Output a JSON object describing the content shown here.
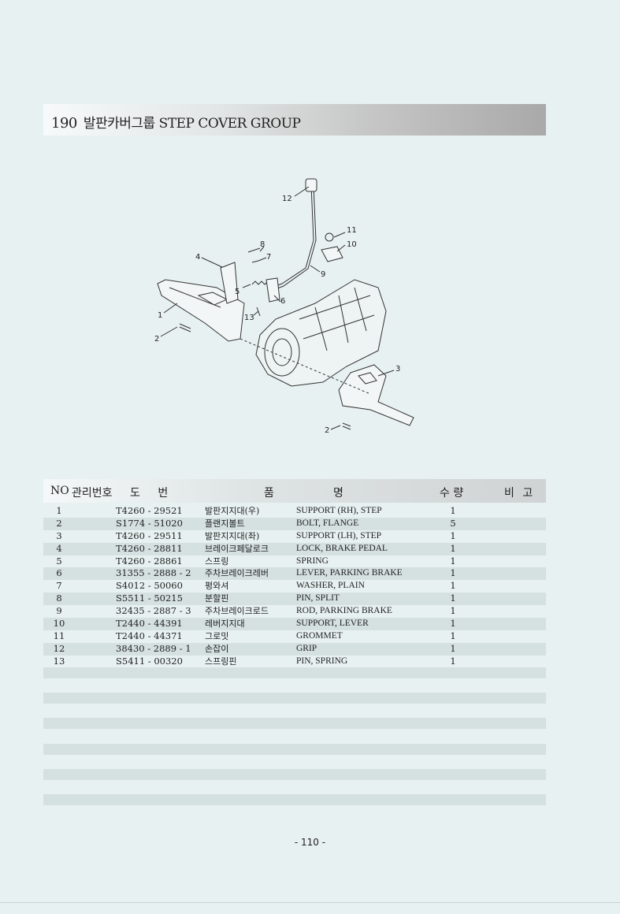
{
  "title": {
    "number": "190",
    "text": "발판카버그룹 STEP COVER GROUP"
  },
  "diagram": {
    "callouts": [
      "12",
      "8",
      "11",
      "4",
      "7",
      "10",
      "9",
      "5",
      "6",
      "13",
      "1",
      "2",
      "3",
      "2"
    ]
  },
  "table": {
    "headers": {
      "no": "NO",
      "mgmt": "관리번호",
      "drawing": "도 번",
      "name_a": "품",
      "name_b": "명",
      "qty": "수 량",
      "remarks": "비 고"
    },
    "rows": [
      {
        "no": "1",
        "part": "T4260 - 29521",
        "kor": "발판지지대(우)",
        "eng": "SUPPORT (RH), STEP",
        "qty": "1"
      },
      {
        "no": "2",
        "part": "S1774 - 51020",
        "kor": "플랜지볼트",
        "eng": "BOLT, FLANGE",
        "qty": "5"
      },
      {
        "no": "3",
        "part": "T4260 - 29511",
        "kor": "발판지지대(좌)",
        "eng": "SUPPORT (LH), STEP",
        "qty": "1"
      },
      {
        "no": "4",
        "part": "T4260 - 28811",
        "kor": "브레이크페달로크",
        "eng": "LOCK, BRAKE PEDAL",
        "qty": "1"
      },
      {
        "no": "5",
        "part": "T4260 - 28861",
        "kor": "스프링",
        "eng": "SPRING",
        "qty": "1"
      },
      {
        "no": "6",
        "part": "31355 - 2888 - 2",
        "kor": "주차브레이크레버",
        "eng": "LEVER, PARKING BRAKE",
        "qty": "1"
      },
      {
        "no": "7",
        "part": "S4012 - 50060",
        "kor": "평와셔",
        "eng": "WASHER, PLAIN",
        "qty": "1"
      },
      {
        "no": "8",
        "part": "S5511 - 50215",
        "kor": "분할핀",
        "eng": "PIN, SPLIT",
        "qty": "1"
      },
      {
        "no": "9",
        "part": "32435 - 2887 - 3",
        "kor": "주차브레이크로드",
        "eng": "ROD, PARKING BRAKE",
        "qty": "1"
      },
      {
        "no": "10",
        "part": "T2440 - 44391",
        "kor": "레버지지대",
        "eng": "SUPPORT, LEVER",
        "qty": "1"
      },
      {
        "no": "11",
        "part": "T2440 - 44371",
        "kor": "그로밋",
        "eng": "GROMMET",
        "qty": "1"
      },
      {
        "no": "12",
        "part": "38430 - 2889 - 1",
        "kor": "손잡이",
        "eng": "GRIP",
        "qty": "1"
      },
      {
        "no": "13",
        "part": "S5411 - 00320",
        "kor": "스프링핀",
        "eng": "PIN, SPRING",
        "qty": "1"
      }
    ]
  },
  "page_number": "- 110 -"
}
